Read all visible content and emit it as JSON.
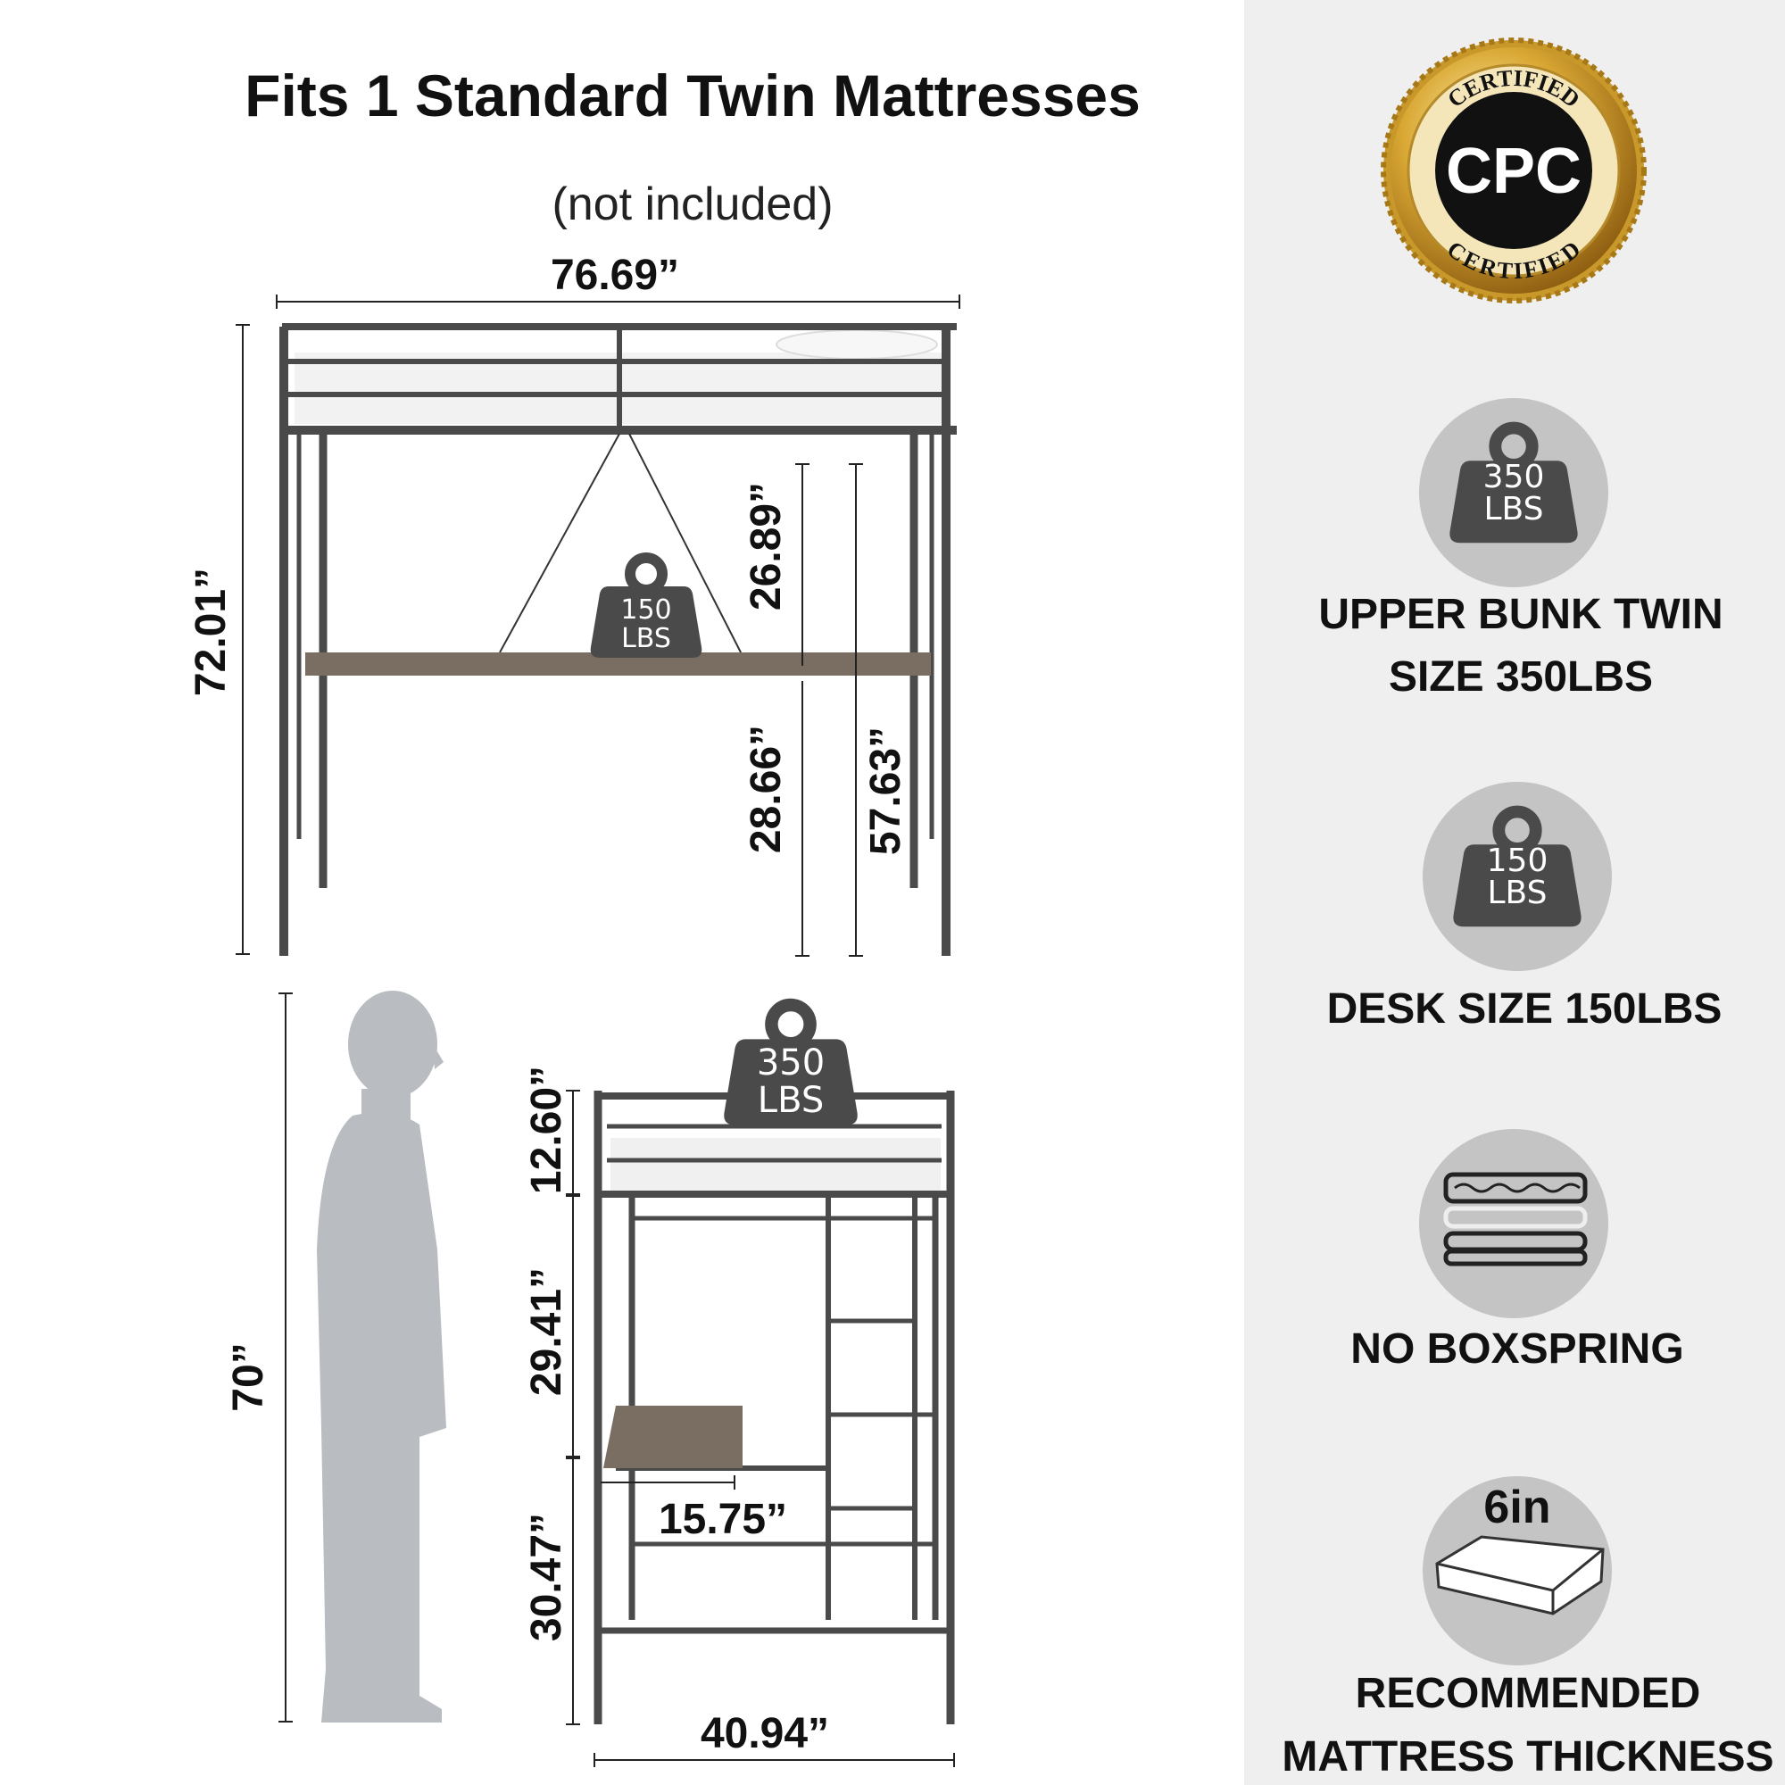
{
  "title": "Fits 1 Standard Twin  Mattresses",
  "subtitle": "(not included)",
  "dimensions": {
    "width": "76.69”",
    "height": "72.01”",
    "desk_to_top": "26.89”",
    "desk_height": "28.66”",
    "under_bed": "57.63”",
    "person_height": "70”",
    "guardrail": "12.60”",
    "mid_section": "29.41”",
    "lower_section": "30.47”",
    "desk_depth": "15.75”",
    "depth": "40.94”"
  },
  "weights": {
    "desk": {
      "value": "150",
      "unit": "LBS"
    },
    "bunk": {
      "value": "350",
      "unit": "LBS"
    }
  },
  "badge": {
    "center": "CPC",
    "ring_top": "CERTIFIED",
    "ring_bottom": "CERTIFIED"
  },
  "features": [
    {
      "icon": "weight-icon",
      "value": "350",
      "unit": "LBS",
      "line1": "UPPER BUNK TWIN",
      "line2": "SIZE 350LBS"
    },
    {
      "icon": "weight-icon",
      "value": "150",
      "unit": "LBS",
      "line1": "DESK SIZE 150LBS"
    },
    {
      "icon": "no-boxspring-icon",
      "line1": "NO BOXSPRING"
    },
    {
      "icon": "mattress-icon",
      "top": "6in",
      "line1": "RECOMMENDED",
      "line2": "MATTRESS THICKNESS"
    }
  ],
  "colors": {
    "panel": "#efefef",
    "frame": "#4a4a4a",
    "desk": "#7a6e63",
    "gold": "#c9982a",
    "circle": "#c4c4c4"
  }
}
